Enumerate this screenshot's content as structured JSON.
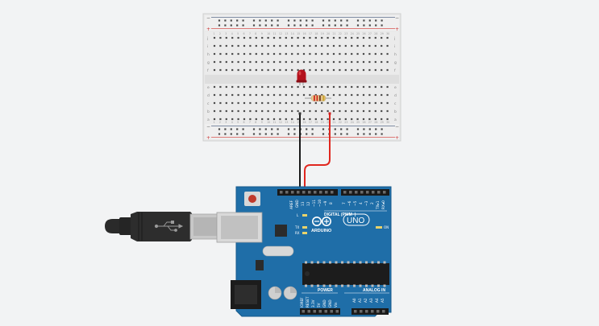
{
  "breadboard": {
    "row_letters_top": [
      "j",
      "i",
      "h",
      "g",
      "f"
    ],
    "row_letters_bottom": [
      "e",
      "d",
      "c",
      "b",
      "a"
    ],
    "rail_minus": "−",
    "rail_plus": "+"
  },
  "components": {
    "led": {
      "color": "#b4121d",
      "name": "Red LED"
    },
    "resistor": {
      "body_color": "#e6c58a",
      "bands": [
        "#d12a1f",
        "#d12a1f",
        "#6b3b1f",
        "#c9a227"
      ]
    }
  },
  "wires": {
    "black_color": "#1a1a1a",
    "red_color": "#e0271f"
  },
  "arduino": {
    "board_color": "#1f6ea8",
    "brand": "ARDUINO",
    "model": "UNO",
    "digital_label": "DIGITAL (PWM~)",
    "power_label": "POWER",
    "analog_label": "ANALOG IN",
    "aref": "AREF",
    "gnd": "GND",
    "pin13": "13",
    "pin12": "12",
    "pin11": "~11",
    "pin10": "~10",
    "pin9": "~9",
    "pin8": "8",
    "pin7": "7",
    "pin6": "~6",
    "pin5": "~5",
    "pin4": "4",
    "pin3": "~3",
    "pin2": "2",
    "pin1": "TX▸1",
    "pin0": "RX◂0",
    "led_l": "L",
    "led_tx": "TX",
    "led_rx": "RX",
    "led_on": "ON",
    "power_pins": [
      "IOREF",
      "RESET",
      "3.3V",
      "5V",
      "GND",
      "GND",
      "Vin"
    ],
    "analog_pins": [
      "A0",
      "A1",
      "A2",
      "A3",
      "A4",
      "A5"
    ]
  },
  "usb": {
    "cable_color": "#2a2a2a"
  }
}
